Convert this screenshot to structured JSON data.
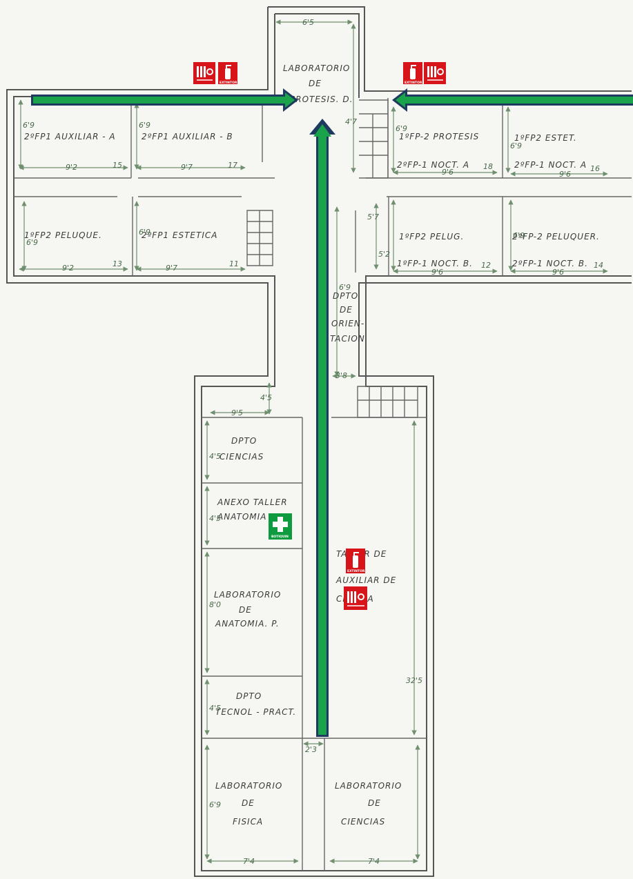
{
  "colors": {
    "evacuation_route": "#1aa34a",
    "route_outline": "#1f3a5f",
    "fire_sign": "#d7141a",
    "first_aid": "#0e9a3e",
    "wall": "#555555"
  },
  "rooms": {
    "lab_protesis": [
      "LABORATORIO",
      "DE",
      "PROTESIS. D."
    ],
    "fp1_aux_a": "2ºFP1 AUXILIAR - A",
    "fp1_aux_b": "2ºFP1 AUXILIAR - B",
    "fp2_protesis": "1ºFP-2 PROTESIS",
    "fp2_estet": "1ºFP2 ESTET.",
    "fp1_noct_a_18": "2ºFP-1 NOCT. A",
    "fp1_noct_a_16": "2ºFP-1 NOCT. A",
    "fp2_peluque": "1ºFP2 PELUQUE.",
    "fp1_estetica": "2ºFP1 ESTETICA",
    "fp2_pelug": "1ºFP2 PELUG.",
    "fp2_peluquer": "2ºFP-2 PELUQUER.",
    "fp1_noct_b_12": "1ºFP-1 NOCT. B.",
    "fp1_noct_b_14": "2ºFP-1 NOCT. B.",
    "dpto_orientacion": [
      "DPTO",
      "DE",
      "ORIEN-",
      "TACION"
    ],
    "dpto_ciencias": [
      "DPTO",
      "CIENCIAS"
    ],
    "anexo_taller": [
      "ANEXO TALLER",
      "ANATOMIA"
    ],
    "lab_anatomia": [
      "LABORATORIO",
      "DE",
      "ANATOMIA. P."
    ],
    "dpto_tecnol": [
      "DPTO",
      "TECNOL - PRACT."
    ],
    "taller_aux": [
      "TALLER DE",
      "AUXILIAR DE",
      "CLINICA"
    ],
    "lab_fisica": [
      "LABORATORIO",
      "DE",
      "FISICA"
    ],
    "lab_ciencias": [
      "LABORATORIO",
      "DE",
      "CIENCIAS"
    ]
  },
  "room_numbers": {
    "r15": "15",
    "r17": "17",
    "r18": "18",
    "r16": "16",
    "r13": "13",
    "r11": "11",
    "r12": "12",
    "r14": "14"
  },
  "dimensions": {
    "top_width": "6'5",
    "top_height": "4'7",
    "r15_w": "9'2",
    "r15_h": "6'9",
    "r17_w": "9'7",
    "r17_h": "6'9",
    "r13_w": "9'2",
    "r13_h": "6'9",
    "r11_w": "9'7",
    "r11_h": "6'9",
    "r18_w": "9'6",
    "r18_h": "6'9",
    "r16_w": "9'6",
    "r16_h": "6'9",
    "r12_w": "9'6",
    "r12_h": "5'2",
    "r14_w": "9'6",
    "r14_h": "6'9",
    "small_w": "5'7",
    "orient_h": "6'9",
    "orient_w": "3'8",
    "corr_w": "2'3",
    "south_w": "9'5",
    "south_h": "4'5",
    "ciencias_h": "4'5",
    "anexo_h": "4'5",
    "anatomia_h": "8'0",
    "tecnol_h": "4'5",
    "taller_h": "32'5",
    "fisica_h": "6'9",
    "fisica_w": "7'4",
    "ciencias_w": "7'4"
  },
  "signs": {
    "extinguisher_label": "EXTINTOR",
    "first_aid_label": "BOTIQUIN"
  }
}
